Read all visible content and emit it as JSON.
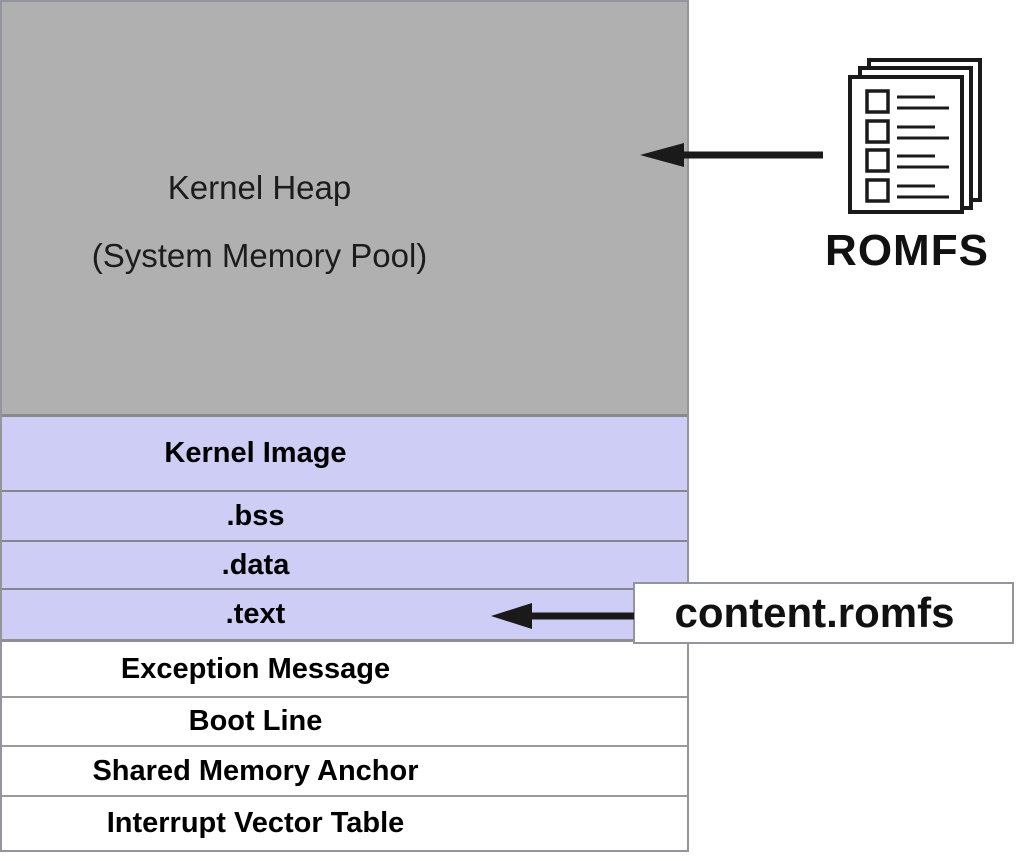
{
  "diagram": {
    "heap_region": {
      "title": "Kernel Heap",
      "subtitle": "(System Memory Pool)"
    },
    "kernel_image_section": {
      "rows": [
        {
          "label": "Kernel Image"
        },
        {
          "label": ".bss"
        },
        {
          "label": ".data"
        },
        {
          "label": ".text"
        }
      ]
    },
    "low_memory_section": {
      "rows": [
        {
          "label": "Exception Message"
        },
        {
          "label": "Boot Line"
        },
        {
          "label": "Shared Memory Anchor"
        },
        {
          "label": "Interrupt Vector Table"
        }
      ]
    },
    "romfs": {
      "label": "ROMFS",
      "icon": "romfs-document-stack-icon"
    },
    "content_romfs": {
      "label": "content.romfs"
    },
    "arrows": [
      {
        "name": "romfs-to-kernel-heap",
        "from": "ROMFS",
        "to": "Kernel Heap"
      },
      {
        "name": "content-romfs-to-text",
        "from": "content.romfs",
        "to": ".text"
      }
    ],
    "colors": {
      "heap_fill": "#b0b0b0",
      "section_fill": "#cdcdf6",
      "row_fill": "#ffffff",
      "border": "#94949c",
      "inner_border": "#86868e",
      "arrow": "#1a1a1a",
      "text": "#000000"
    }
  }
}
